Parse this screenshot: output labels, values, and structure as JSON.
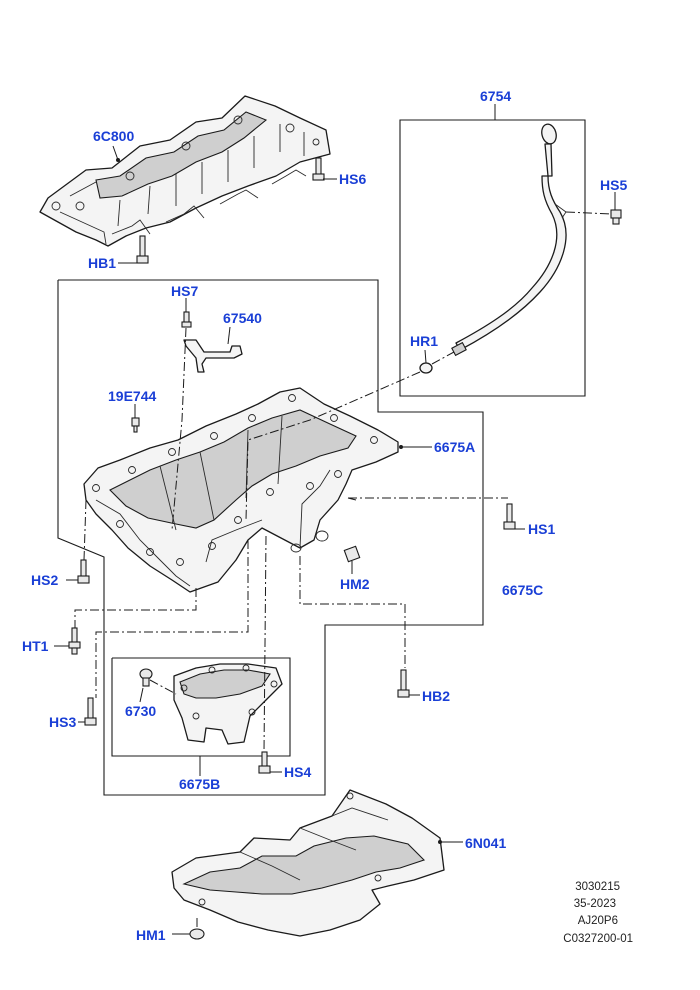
{
  "callouts": {
    "c_6754": "6754",
    "c_6C800": "6C800",
    "c_HS6": "HS6",
    "c_HS5": "HS5",
    "c_HB1": "HB1",
    "c_HS7": "HS7",
    "c_67540": "67540",
    "c_HR1": "HR1",
    "c_19E744": "19E744",
    "c_6675A": "6675A",
    "c_HS1": "HS1",
    "c_HS2": "HS2",
    "c_HM2": "HM2",
    "c_6675C": "6675C",
    "c_HT1": "HT1",
    "c_6730": "6730",
    "c_HB2": "HB2",
    "c_HS3": "HS3",
    "c_HS4": "HS4",
    "c_6675B": "6675B",
    "c_6N041": "6N041",
    "c_HM1": "HM1"
  },
  "reference": {
    "line1": "3030215",
    "line2": "35-2023",
    "line3": "AJ20P6",
    "line4": "C0327200-01"
  },
  "colors": {
    "callout": "#1a3fd6",
    "line": "#1b1b1b",
    "background": "#ffffff"
  }
}
